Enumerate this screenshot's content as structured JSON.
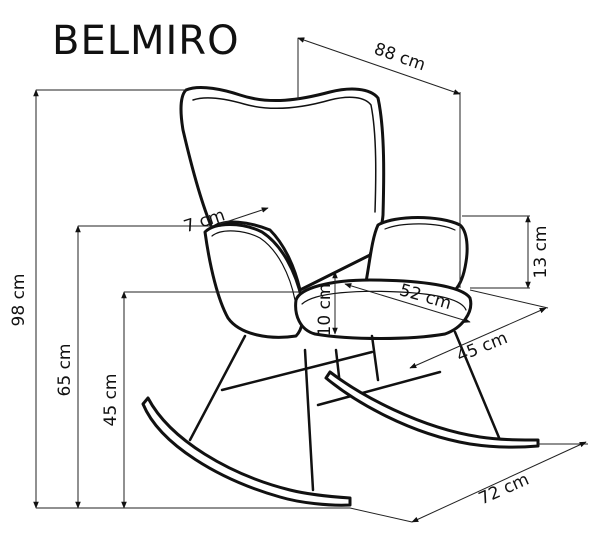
{
  "title": "BELMIRO",
  "dimensions": {
    "total_height": "98 cm",
    "arm_height": "65 cm",
    "seat_height": "45 cm",
    "width": "88 cm",
    "arm_width": "7 cm",
    "armrest_above_seat": "13 cm",
    "seat_width": "52 cm",
    "seat_thickness": "10 cm",
    "seat_depth": "45 cm",
    "depth": "72 cm"
  },
  "colors": {
    "outline": "#111111",
    "upholstery": "#ffffff"
  }
}
